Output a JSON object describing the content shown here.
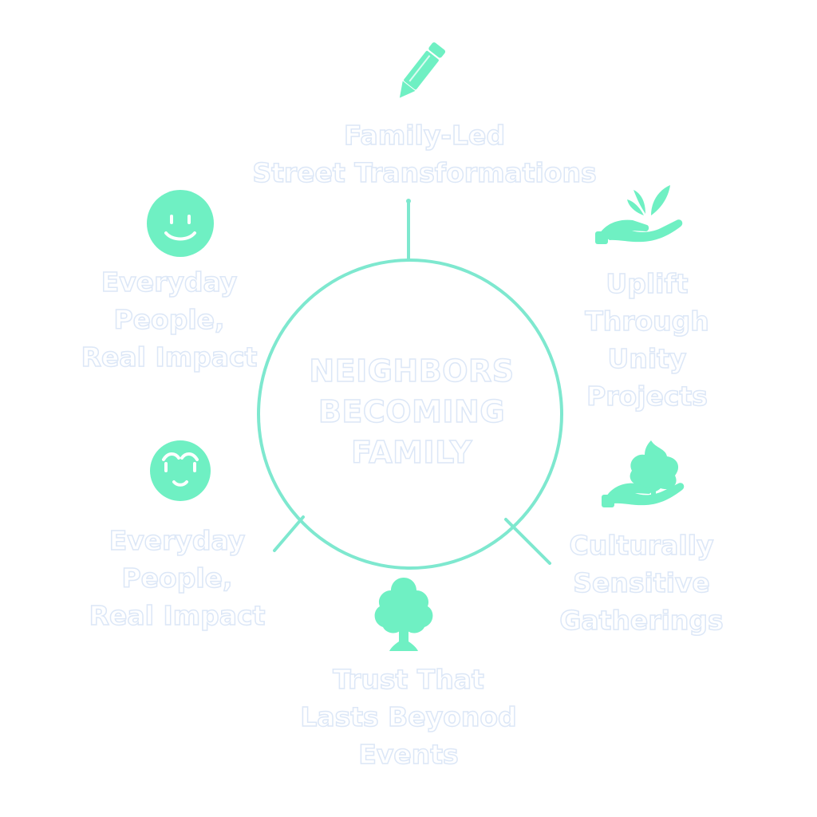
{
  "diagram": {
    "center_title": "NEIGHBORS\nBECOMING\nFAMILY",
    "accent_color": "#7ee8cf",
    "icon_color": "#6ff0c3",
    "text_outline_color": "#dce7f7",
    "nodes": [
      {
        "label": "Family-Led\nStreet Transformations",
        "icon": "pencil-icon"
      },
      {
        "label": "Uplift\nThrough\nUnity\nProjects",
        "icon": "hand-sprout-icon"
      },
      {
        "label": "Culturally\nSensitive\nGatherings",
        "icon": "hand-tree-icon"
      },
      {
        "label": "Trust That\nLasts Beyonod\nEvents",
        "icon": "tree-icon"
      },
      {
        "label": "Everyday\nPeople,\nReal Impact",
        "icon": "person-face-icon"
      },
      {
        "label": "Everyday\nPeople,\nReal Impact",
        "icon": "smiley-face-icon"
      }
    ]
  }
}
